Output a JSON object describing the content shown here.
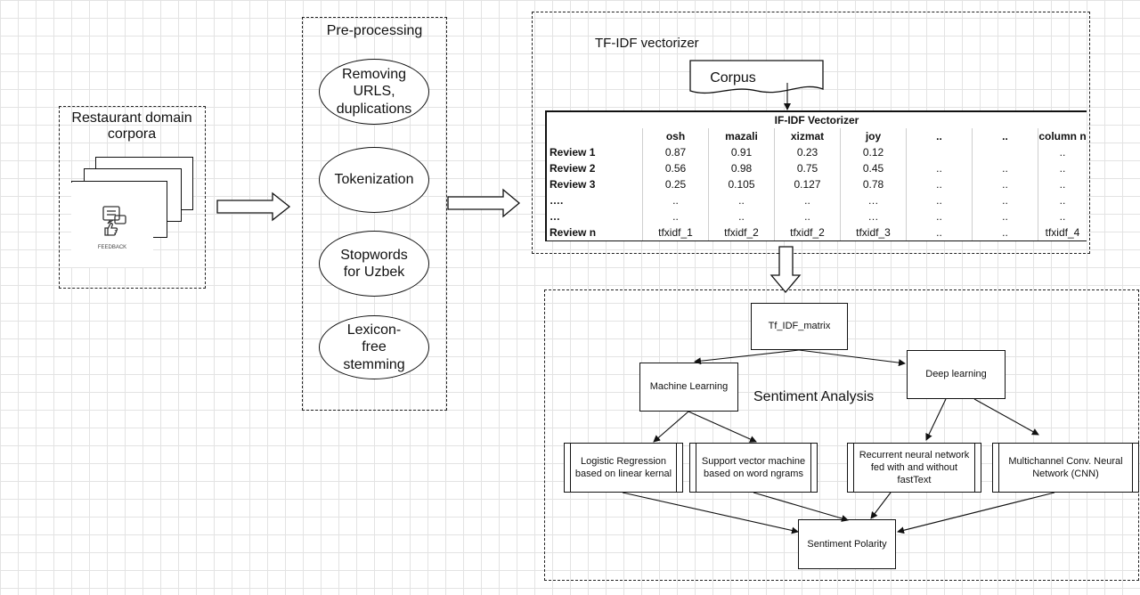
{
  "restaurant": {
    "title": "Restaurant domain corpora",
    "icon_label": "FEEDBACK"
  },
  "preprocessing": {
    "title": "Pre-processing",
    "steps": [
      "Removing URLS, duplications",
      "Tokenization",
      "Stopwords for Uzbek",
      "Lexicon-free stemming"
    ]
  },
  "tfidf": {
    "title": "TF-IDF vectorizer",
    "corpus_label": "Corpus",
    "table": {
      "caption": "IF-IDF Vectorizer",
      "headers": [
        "",
        "osh",
        "mazali",
        "xizmat",
        "joy",
        "..",
        "..",
        "column n"
      ],
      "rows": [
        [
          "Review 1",
          "0.87",
          "0.91",
          "0.23",
          "0.12",
          "",
          "",
          ".."
        ],
        [
          "Review 2",
          "0.56",
          "0.98",
          "0.75",
          "0.45",
          "..",
          "..",
          ".."
        ],
        [
          "Review 3",
          "0.25",
          "0.105",
          "0.127",
          "0.78",
          "..",
          "..",
          ".."
        ],
        [
          "….",
          "..",
          "..",
          "..",
          "…",
          "..",
          "..",
          ".."
        ],
        [
          "…",
          "..",
          "..",
          "..",
          "…",
          "..",
          "..",
          ".."
        ],
        [
          "Review n",
          "tfxidf_1",
          "tfxidf_2",
          "tfxidf_2",
          "tfxidf_3",
          "..",
          "..",
          "tfxidf_4"
        ]
      ]
    }
  },
  "analysis": {
    "title": "Sentiment Analysis",
    "matrix": "Tf_IDF_matrix",
    "ml": "Machine Learning",
    "dl": "Deep learning",
    "models": [
      "Logistic Regression based on linear kernal",
      "Support vector machine based on word ngrams",
      "Recurrent neural network fed with and without fastText",
      "Multichannel Conv. Neural Network (CNN)"
    ],
    "output": "Sentiment Polarity"
  }
}
